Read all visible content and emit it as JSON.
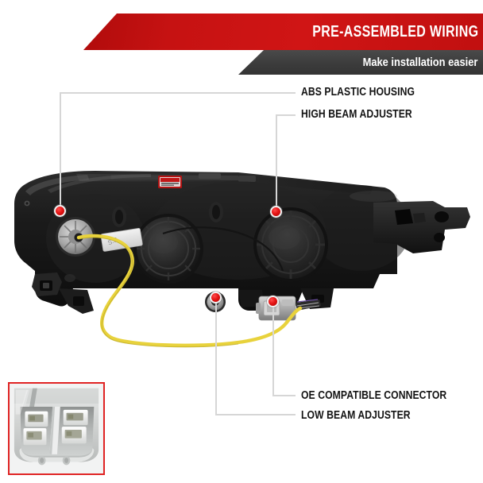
{
  "banner": {
    "headline": "PRE-ASSEMBLED WIRING",
    "subhead": "Make installation easier",
    "red_color": "#c61212",
    "dark_color": "#3c3c3c"
  },
  "callouts": [
    {
      "id": "abs-plastic-housing",
      "label": "ABS PLASTIC HOUSING"
    },
    {
      "id": "high-beam-adjuster",
      "label": "HIGH BEAM ADJUSTER"
    },
    {
      "id": "oe-compatible-connector",
      "label": "OE COMPATIBLE CONNECTOR"
    },
    {
      "id": "low-beam-adjuster",
      "label": "LOW BEAM ADJUSTER"
    }
  ],
  "markers": {
    "dot_color": "#e31313",
    "leader_color": "#d6d6d6"
  },
  "product": {
    "image_name": "headlight-assembly-photo",
    "wire_color": "#e8d23c",
    "housing_color": "#1a1a1a",
    "warning_sticker_color": "#b41414"
  },
  "inset": {
    "image_name": "oe-connector-closeup-photo",
    "border_color": "#e02424",
    "body_color": "#cfd1d0"
  }
}
